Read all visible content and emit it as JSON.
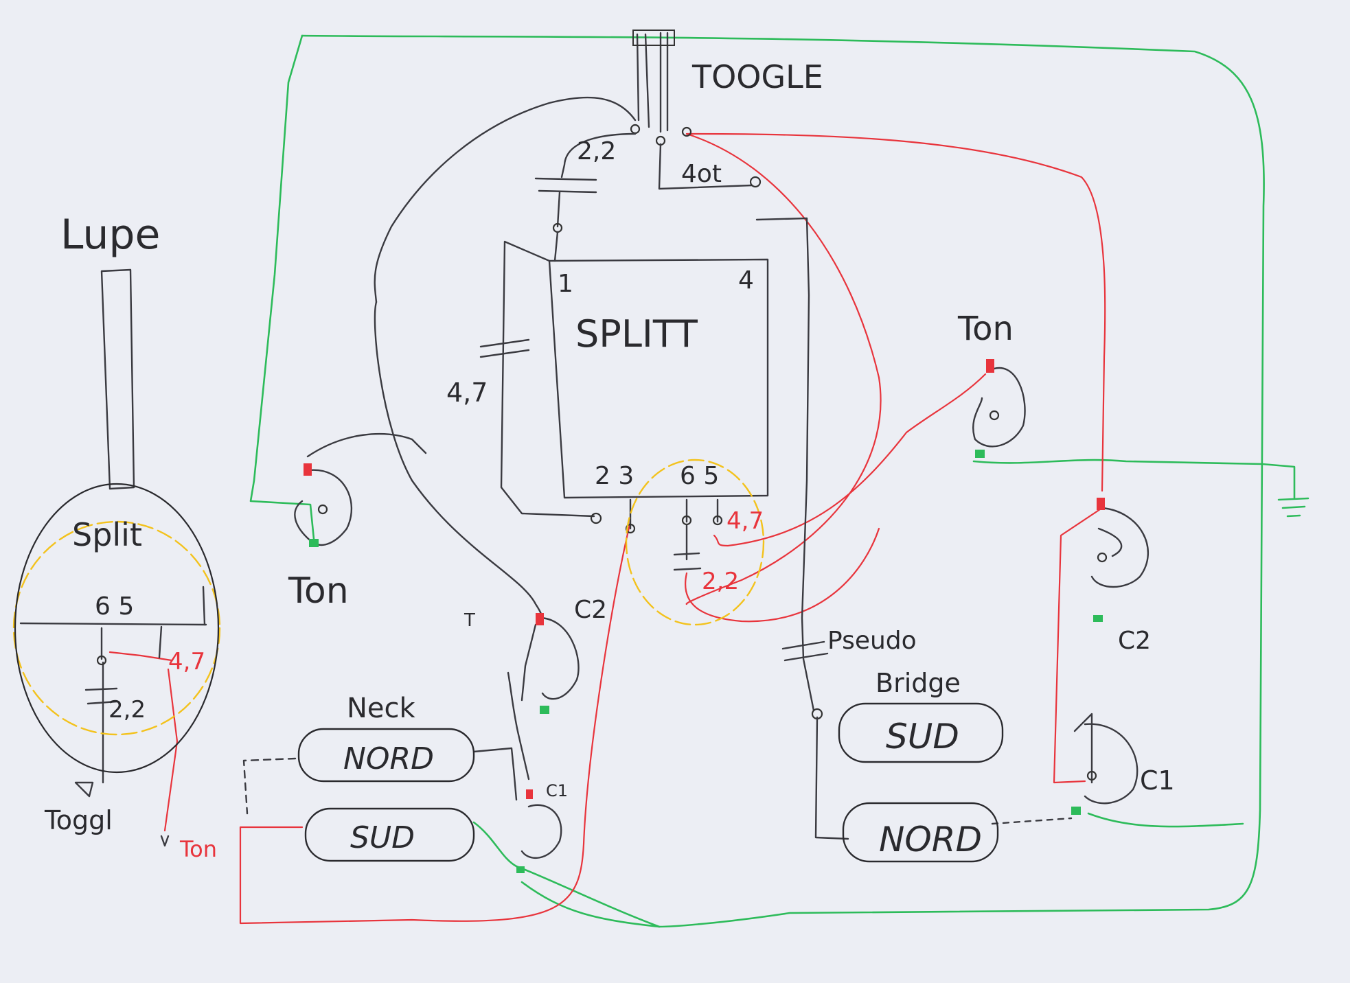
{
  "diagram": {
    "labels": {
      "toggle_top": "TOOGLE",
      "split_box": "SPLITT",
      "split_pin_1": "1",
      "split_pin_4": "4",
      "split_pins_bottom": "2 3",
      "split_pins_bottom_right": "6 5",
      "cap_22_top": "2,2",
      "cap_47_left": "4,7",
      "cap_47_right": "4,7",
      "cap_22_mid": "2,2",
      "res_4ot": "4ot",
      "ton_left": "Ton",
      "ton_right": "Ton",
      "c2_mid": "C2",
      "c2_right": "C2",
      "c1_mid": "C1",
      "c1_right": "C1",
      "pseudo": "Pseudo",
      "bridge": "Bridge",
      "neck": "Neck",
      "nord_neck": "NORD",
      "sud_neck": "SUD",
      "sud_bridge": "SUD",
      "nord_bridge": "NORD",
      "lupe": "Lupe",
      "lupe_split": "Split",
      "lupe_pins": "6   5",
      "lupe_cap_47": "4,7",
      "lupe_cap_22": "2,2",
      "lupe_toggl": "Toggl",
      "lupe_ton": "Ton",
      "small_t": "T"
    },
    "colors": {
      "black_wire": "#3a3a40",
      "red_wire": "#e8343c",
      "green_wire": "#2dbb5a",
      "yellow_outline": "#f3c21c"
    }
  }
}
